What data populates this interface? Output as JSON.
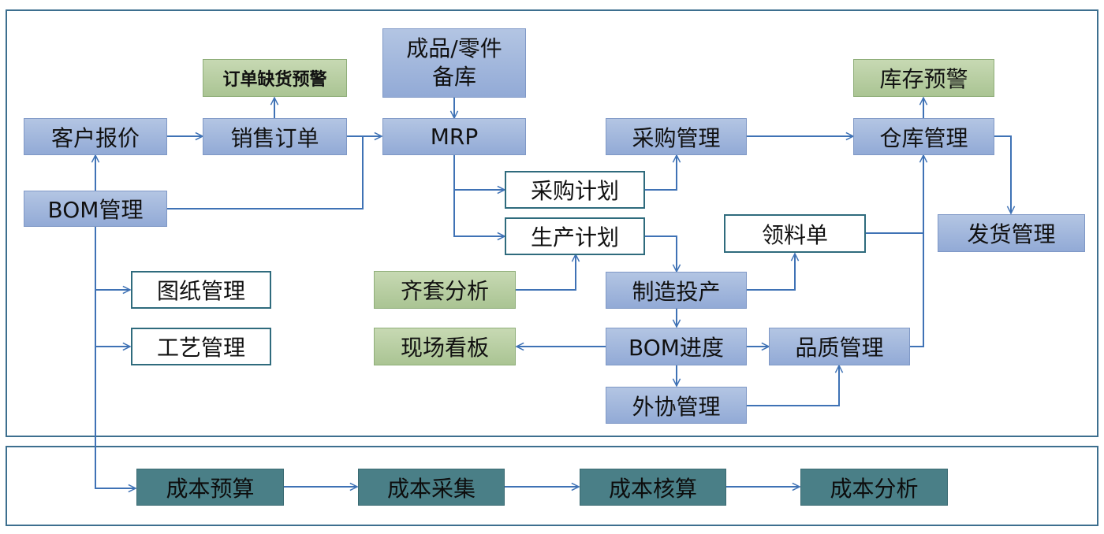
{
  "nodes": {
    "customer_quote": "客户报价",
    "order_shortage_alert": "订单缺货预警",
    "sales_order": "销售订单",
    "finished_parts_stock": "成品/零件备库",
    "mrp": "MRP",
    "bom_management": "BOM管理",
    "drawing_management": "图纸管理",
    "process_management": "工艺管理",
    "purchase_plan": "采购计划",
    "production_plan": "生产计划",
    "kit_analysis": "齐套分析",
    "shop_floor_board": "现场看板",
    "purchase_management": "采购管理",
    "manufacturing_release": "制造投产",
    "bom_progress": "BOM进度",
    "outsourcing_management": "外协管理",
    "material_requisition": "领料单",
    "quality_management": "品质管理",
    "inventory_alert": "库存预警",
    "warehouse_management": "仓库管理",
    "shipping_management": "发货管理",
    "cost_budget": "成本预算",
    "cost_collection": "成本采集",
    "cost_accounting": "成本核算",
    "cost_analysis": "成本分析"
  },
  "colors": {
    "frame": "#3d6f8f",
    "arrow": "#3f72b5",
    "blue_box": "#9fb4dc",
    "green_box": "#b5cd9f",
    "teal_box": "#4a7f87"
  }
}
